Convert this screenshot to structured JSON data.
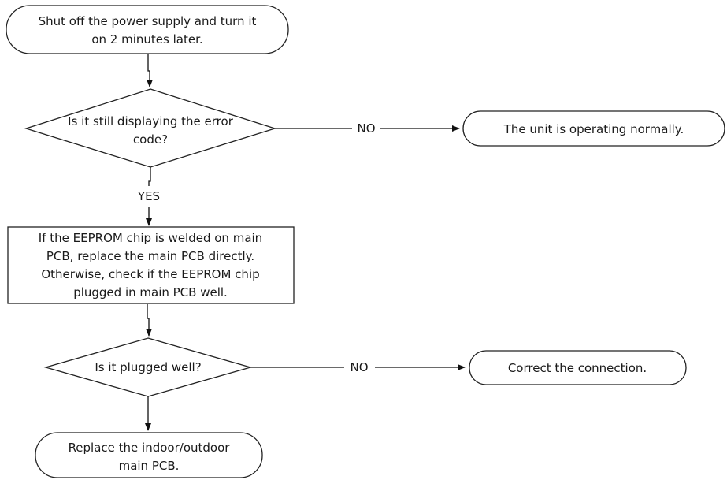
{
  "nodes": {
    "start": {
      "lines": [
        "Shut off the power supply and turn it",
        "on 2 minutes later."
      ]
    },
    "decision_error": {
      "lines": [
        "Is it still displaying the error",
        "code?"
      ]
    },
    "normal": {
      "lines": [
        "The unit is operating normally."
      ]
    },
    "check_eeprom": {
      "lines": [
        "If the EEPROM chip  is welded on main",
        "PCB, replace the main PCB directly.",
        "Otherwise, check if the EEPROM chip",
        "plugged in main PCB well."
      ]
    },
    "decision_plugged": {
      "lines": [
        "Is it plugged well?"
      ]
    },
    "correct": {
      "lines": [
        "Correct the connection."
      ]
    },
    "replace": {
      "lines": [
        "Replace the indoor/outdoor",
        "main PCB."
      ]
    }
  },
  "labels": {
    "no_1": "NO",
    "yes_1": "YES",
    "no_2": "NO"
  }
}
